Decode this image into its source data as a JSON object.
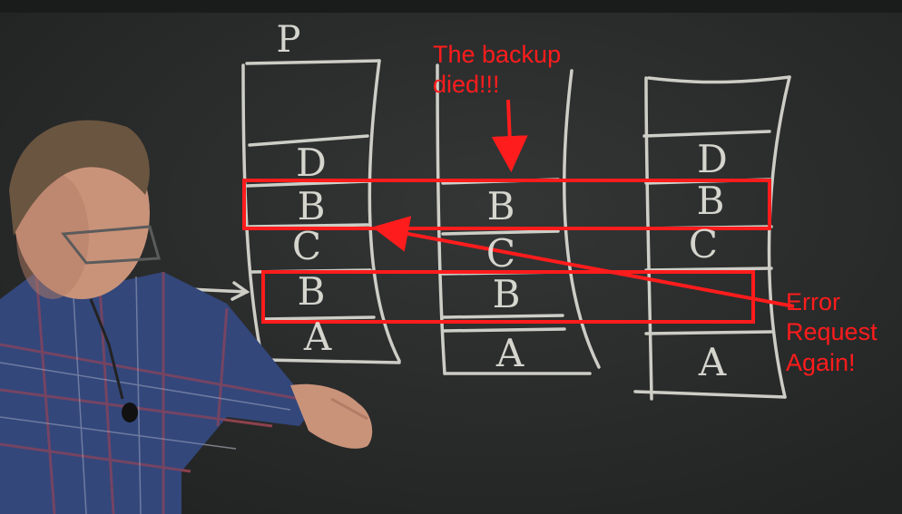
{
  "board": {
    "server_label": "P",
    "logs": [
      {
        "entries": [
          "D",
          "B",
          "C",
          "B",
          "A"
        ]
      },
      {
        "entries": [
          "B",
          "C",
          "B",
          "A"
        ]
      },
      {
        "entries": [
          "D",
          "B",
          "C",
          "A"
        ]
      }
    ]
  },
  "annotations": {
    "backup_died": {
      "line1": "The backup",
      "line2": "died!!!"
    },
    "error": {
      "line1": "Error",
      "line2": "Request",
      "line3": "Again!"
    },
    "color": "#ff1c1c"
  },
  "colors": {
    "blackboard": "#2b2c2c",
    "chalk": "#e4e4dc"
  }
}
